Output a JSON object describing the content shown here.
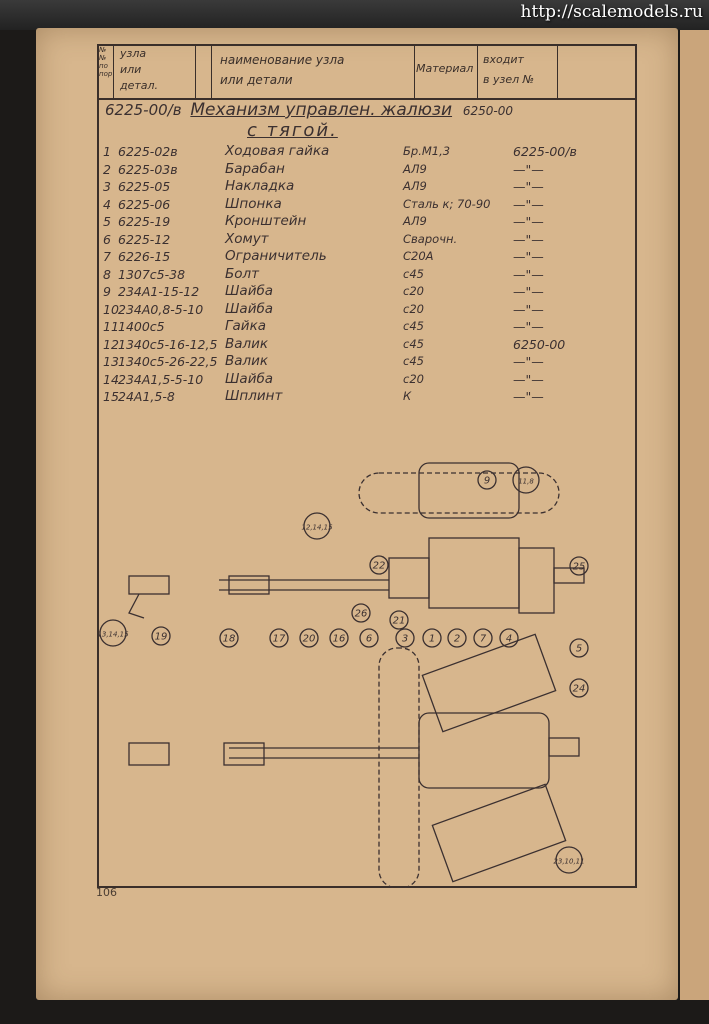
{
  "watermark": "http://scalemodels.ru",
  "header": {
    "col_no": [
      "№№",
      "по",
      "пор"
    ],
    "col_code": [
      "узла",
      "или",
      "детал."
    ],
    "col_name": [
      "наименование узла",
      "или детали"
    ],
    "col_material": "Материал",
    "col_into": [
      "входит",
      "в узел №"
    ]
  },
  "assembly": {
    "code": "6225-00/в",
    "name_line1": "Механизм управлен. жалюзи",
    "name_line2": "с тягой.",
    "into": "6250-00"
  },
  "parts": [
    {
      "no": "1",
      "code": "6225-02в",
      "name": "Ходовая гайка",
      "material": "Бр.М1,3",
      "into": "6225-00/в"
    },
    {
      "no": "2",
      "code": "6225-03в",
      "name": "Барабан",
      "material": "АЛ9",
      "into": "—\"—"
    },
    {
      "no": "3",
      "code": "6225-05",
      "name": "Накладка",
      "material": "АЛ9",
      "into": "—\"—"
    },
    {
      "no": "4",
      "code": "6225-06",
      "name": "Шпонка",
      "material": "Сталь к; 70-90",
      "into": "—\"—"
    },
    {
      "no": "5",
      "code": "6225-19",
      "name": "Кронштейн",
      "material": "АЛ9",
      "into": "—\"—"
    },
    {
      "no": "6",
      "code": "6225-12",
      "name": "Хомут",
      "material": "Сварочн.",
      "into": "—\"—"
    },
    {
      "no": "7",
      "code": "6226-15",
      "name": "Ограничитель",
      "material": "С20А",
      "into": "—\"—"
    },
    {
      "no": "8",
      "code": "1307с5-38",
      "name": "Болт",
      "material": "с45",
      "into": "—\"—"
    },
    {
      "no": "9",
      "code": "234А1-15-12",
      "name": "Шайба",
      "material": "с20",
      "into": "—\"—"
    },
    {
      "no": "10",
      "code": "234А0,8-5-10",
      "name": "Шайба",
      "material": "с20",
      "into": "—\"—"
    },
    {
      "no": "11",
      "code": "1400с5",
      "name": "Гайка",
      "material": "с45",
      "into": "—\"—"
    },
    {
      "no": "12",
      "code": "1340с5-16-12,5",
      "name": "Валик",
      "material": "с45",
      "into": "6250-00"
    },
    {
      "no": "13",
      "code": "1340с5-26-22,5",
      "name": "Валик",
      "material": "с45",
      "into": "—\"—"
    },
    {
      "no": "14",
      "code": "234А1,5-5-10",
      "name": "Шайба",
      "material": "с20",
      "into": "—\"—"
    },
    {
      "no": "15",
      "code": "24А1,5-8",
      "name": "Шплинт",
      "material": "К",
      "into": "—\"—"
    }
  ],
  "callouts": [
    "9",
    "11,8",
    "12,14,15",
    "22",
    "25",
    "26",
    "21",
    "13,14,15",
    "19",
    "18",
    "17",
    "20",
    "16",
    "6",
    "3",
    "1",
    "2",
    "7",
    "4",
    "5",
    "24",
    "23,10,11"
  ],
  "page_number": "106"
}
